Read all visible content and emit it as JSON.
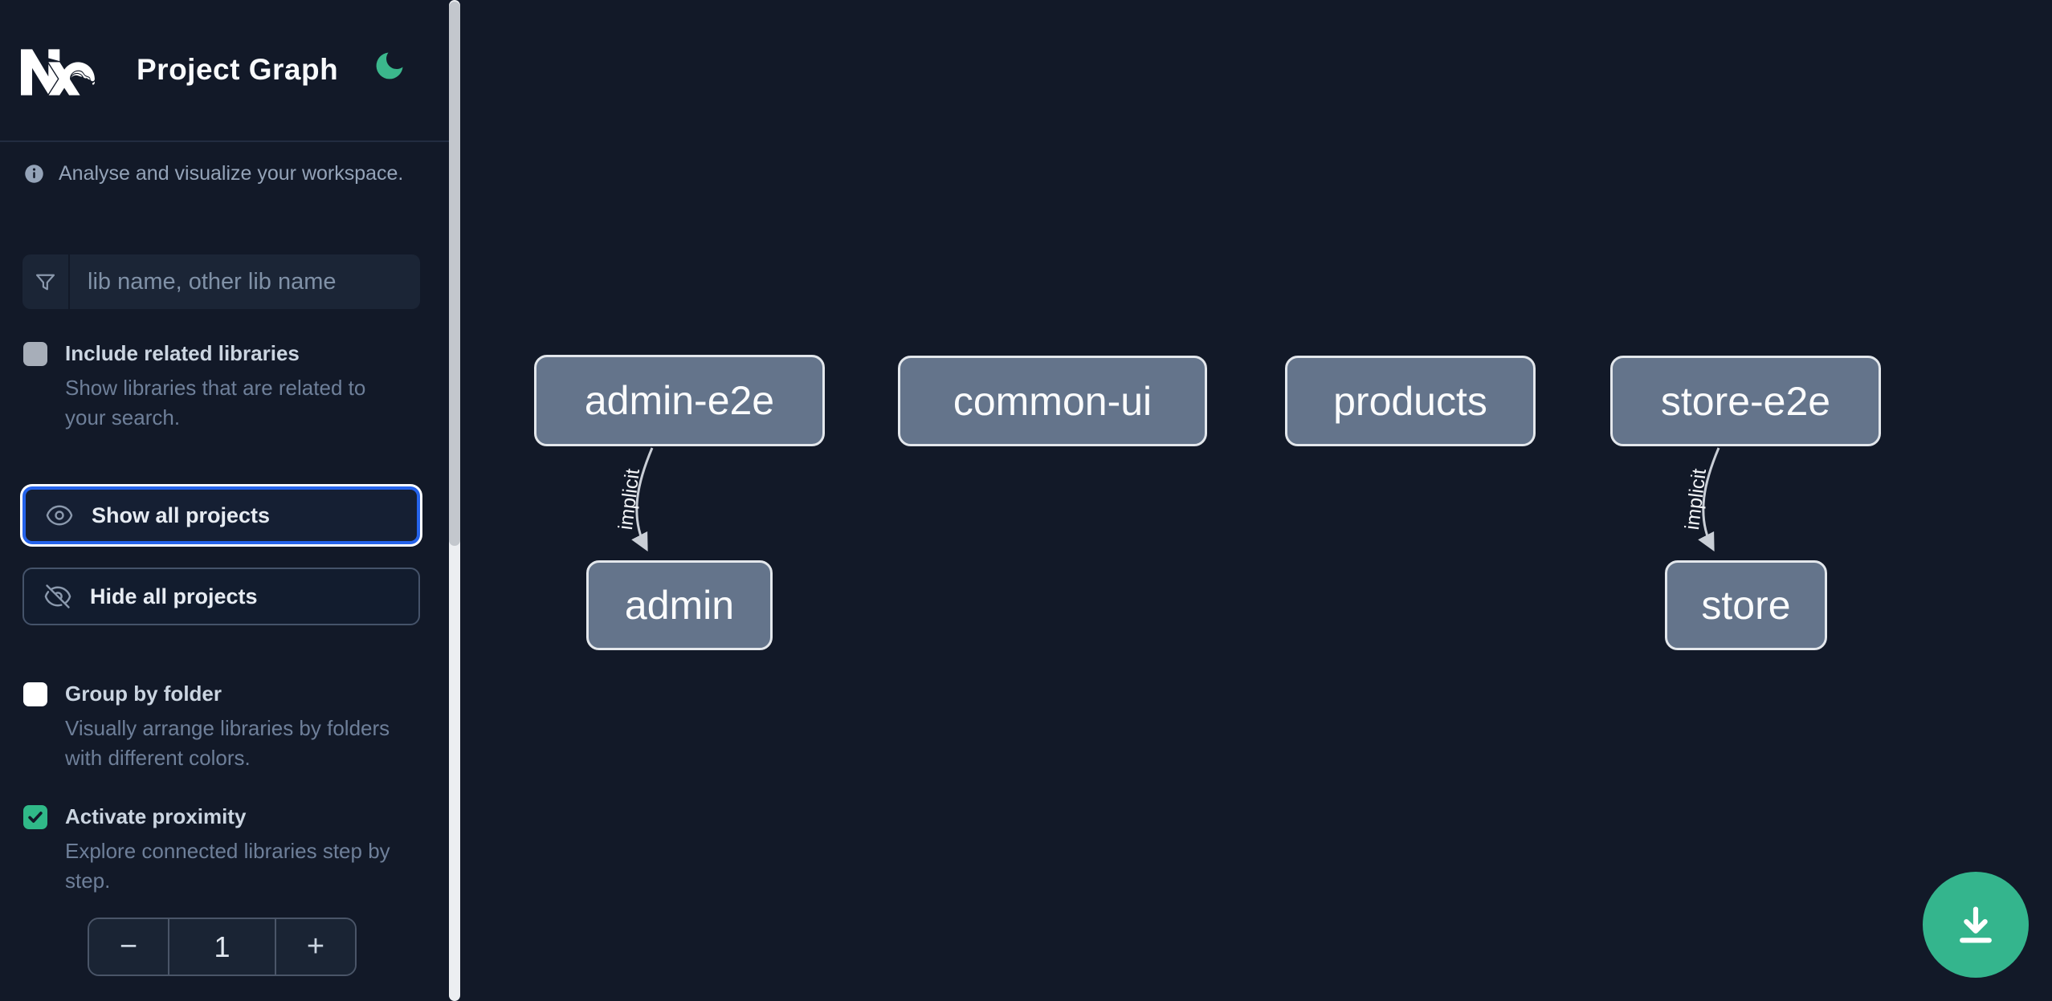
{
  "header": {
    "app_title": "Project Graph",
    "logo": "nx-logo",
    "theme_toggle_icon": "moon-icon"
  },
  "sidebar": {
    "tagline": "Analyse and visualize your workspace.",
    "search": {
      "placeholder": "lib name, other lib name",
      "icon": "funnel-icon",
      "value": ""
    },
    "include_related": {
      "label": "Include related libraries",
      "description": "Show libraries that are related to your search.",
      "checked": false
    },
    "show_all": {
      "label": "Show all projects",
      "icon": "eye-icon",
      "focused": true
    },
    "hide_all": {
      "label": "Hide all projects",
      "icon": "eye-slash-icon",
      "focused": false
    },
    "group_by_folder": {
      "label": "Group by folder",
      "description": "Visually arrange libraries by folders with different colors.",
      "checked": false
    },
    "activate_proximity": {
      "label": "Activate proximity",
      "description": "Explore connected libraries step by step.",
      "checked": true
    },
    "proximity_stepper": {
      "decrement_label": "−",
      "value": "1",
      "increment_label": "+"
    }
  },
  "graph": {
    "nodes": [
      {
        "id": "admin-e2e",
        "label": "admin-e2e"
      },
      {
        "id": "common-ui",
        "label": "common-ui"
      },
      {
        "id": "products",
        "label": "products"
      },
      {
        "id": "store-e2e",
        "label": "store-e2e"
      },
      {
        "id": "admin",
        "label": "admin"
      },
      {
        "id": "store",
        "label": "store"
      }
    ],
    "edges": [
      {
        "source": "admin-e2e",
        "target": "admin",
        "label": "implicit"
      },
      {
        "source": "store-e2e",
        "target": "store",
        "label": "implicit"
      }
    ]
  },
  "fab": {
    "icon": "download-icon"
  },
  "colors": {
    "background": "#121928",
    "panel": "#1b2536",
    "accent_green": "#34b58d",
    "focus_blue": "#2563eb",
    "node_fill": "#64748b",
    "node_border": "#e3e7ec",
    "muted_text": "#94a3b8"
  }
}
